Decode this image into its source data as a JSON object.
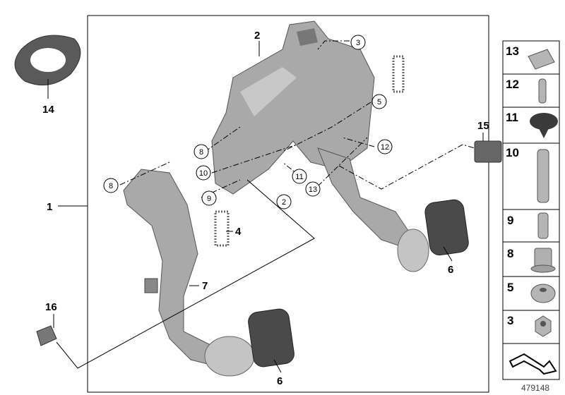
{
  "diagram": {
    "reference_number": "479148",
    "callouts": [
      "1",
      "2",
      "4",
      "6",
      "6",
      "7",
      "14",
      "15",
      "16"
    ],
    "circled_callouts": [
      "3",
      "5",
      "8",
      "8",
      "9",
      "10",
      "11",
      "12",
      "13",
      "2"
    ],
    "parts_column": [
      {
        "label": "13",
        "part": "clip"
      },
      {
        "label": "12",
        "part": "pin"
      },
      {
        "label": "11",
        "part": "rubber-buffer"
      },
      {
        "label": "10",
        "part": "pivot-pin"
      },
      {
        "label": "9",
        "part": "sleeve-pin"
      },
      {
        "label": "8",
        "part": "bushing"
      },
      {
        "label": "5",
        "part": "grommet-bushing"
      },
      {
        "label": "3",
        "part": "hex-collar-nut"
      },
      {
        "label": "",
        "part": "direction-arrow"
      }
    ]
  }
}
